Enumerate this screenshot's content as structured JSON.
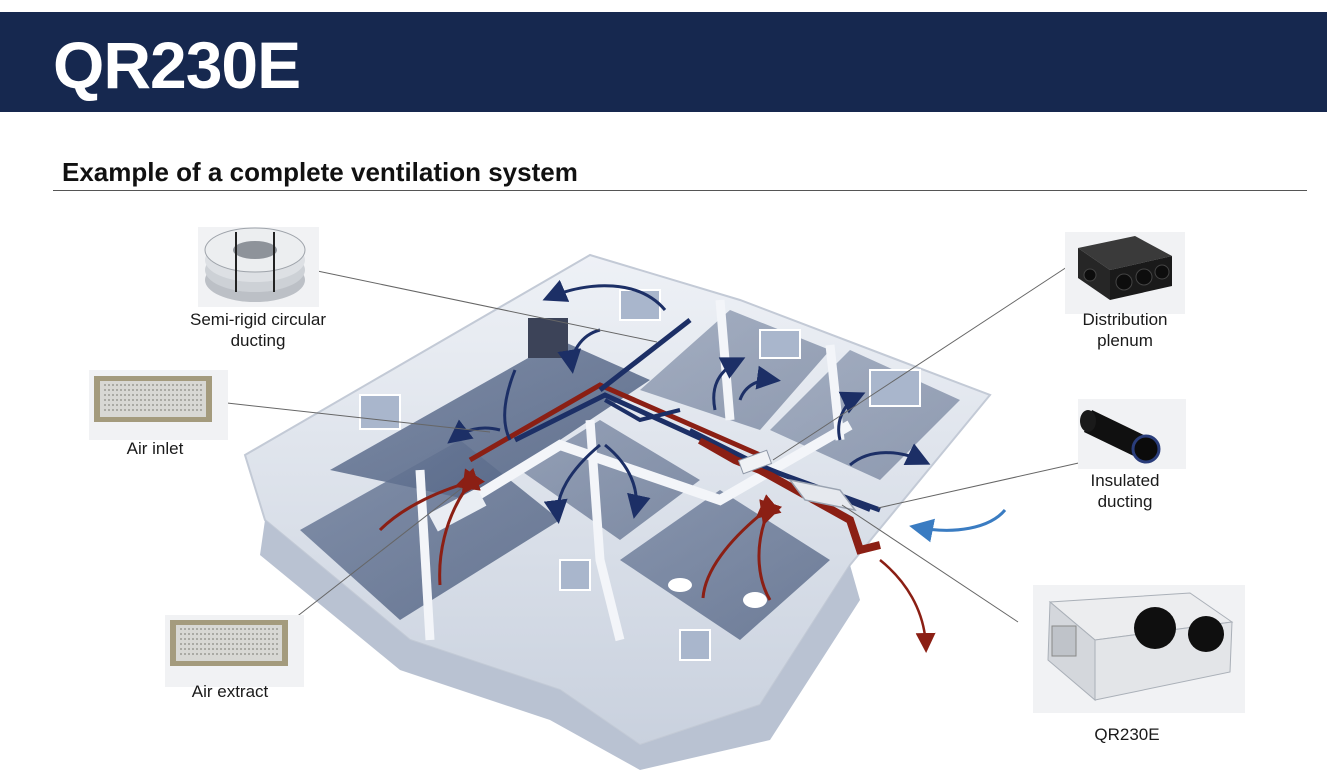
{
  "header": {
    "title": "QR230E",
    "color": "#16284f"
  },
  "section": {
    "title": "Example of a complete ventilation system"
  },
  "components": {
    "ducting": {
      "label_line1": "Semi-rigid circular",
      "label_line2": "ducting",
      "icon": "coiled-duct-icon"
    },
    "air_inlet": {
      "label": "Air inlet",
      "icon": "vent-grille-icon"
    },
    "air_extract": {
      "label": "Air extract",
      "icon": "vent-grille-icon"
    },
    "plenum": {
      "label_line1": "Distribution",
      "label_line2": "plenum",
      "icon": "plenum-box-icon"
    },
    "insulated": {
      "label_line1": "Insulated",
      "label_line2": "ducting",
      "icon": "insulated-duct-icon"
    },
    "unit": {
      "label": "QR230E",
      "icon": "ventilation-unit-icon"
    }
  },
  "colors": {
    "supply_air": "#1c2f66",
    "extract_air": "#8b1f14",
    "outdoor_air": "#3a7cc2",
    "walls": "#e3e8f0",
    "floor": "#5a6c8c"
  }
}
